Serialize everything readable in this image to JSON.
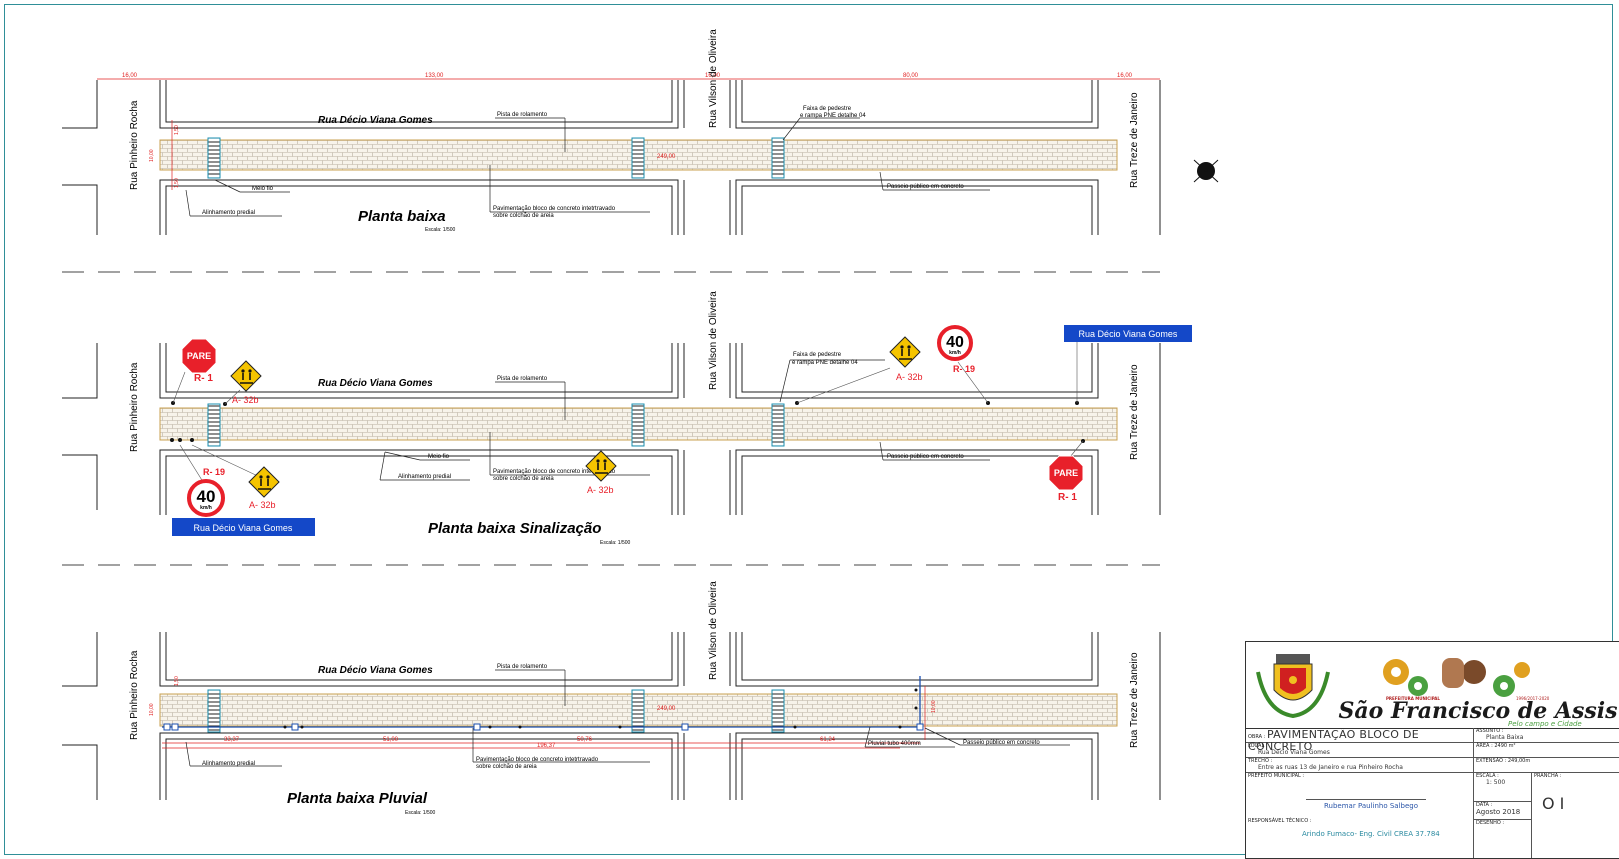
{
  "plan1": {
    "title": "Planta baixa",
    "scale": "Escala: 1/500",
    "street_main": "Rua Décio Viana Gomes",
    "cross_left": "Rua Pinheiro Rocha",
    "cross_mid": "Rua Vilson de Oliveira",
    "cross_right": "Rua Treze de Janeiro",
    "label_pista": "Pista de rolamento",
    "label_faixa_1": "Faixa de pedestre",
    "label_faixa_2": "e rampa PNE  detalhe 04",
    "label_meio_fio": "Meio fio",
    "label_alinhamento": "Alinhamento predial",
    "label_pav_1": "Pavimentação bloco de concreto intetrtravado",
    "label_pav_2": "sobre colchão de areia",
    "label_passeio": "Passeio público em concreto",
    "dim_a": "16,00",
    "dim_b": "133,00",
    "dim_c": "16,00",
    "dim_d": "80,00",
    "dim_e": "16,00",
    "dim_total": "249,00",
    "dim_width": "10,00",
    "dim_curb1": "1,50",
    "dim_curb2": "1,50"
  },
  "plan2": {
    "title": "Planta baixa Sinalização",
    "scale": "Escala: 1/500",
    "street_main": "Rua Décio Viana Gomes",
    "cross_left": "Rua Pinheiro Rocha",
    "cross_mid": "Rua Vilson de Oliveira",
    "cross_right": "Rua Treze de Janeiro",
    "label_pista": "Pista de rolamento",
    "label_faixa_1": "Faixa de pedestre",
    "label_faixa_2": "e rampa PNE  detalhe 04",
    "label_meio_fio": "Meio fio",
    "label_alinhamento": "Alinhamento predial",
    "label_pav_1": "Pavimentação bloco de concreto intetrtravado",
    "label_pav_2": "sobre colchão de areia",
    "label_passeio": "Passeio público em concreto",
    "street_sign_top": "Rua Décio Viana Gomes",
    "street_sign_bottom": "Rua Décio Viana Gomes",
    "stop_text": "PARE",
    "code_r1": "R- 1",
    "code_r19": "R- 19",
    "code_a32b": "A- 32b",
    "speed_value": "40",
    "speed_unit": "km/h"
  },
  "plan3": {
    "title": "Planta baixa Pluvial",
    "scale": "Escala: 1/500",
    "street_main": "Rua Décio Viana Gomes",
    "cross_left": "Rua Pinheiro Rocha",
    "cross_mid": "Rua Vilson de Oliveira",
    "cross_right": "Rua Treze de Janeiro",
    "label_pista": "Pista de rolamento",
    "label_alinhamento": "Alinhamento predial",
    "label_pav_1": "Pavimentação bloco de concreto intetrtravado",
    "label_pav_2": "sobre colchão de areia",
    "label_passeio": "Passeio público em concreto",
    "label_pluvial": "Pluvial tubo 400mm",
    "dim_total": "249,00",
    "dim_width": "10,00",
    "dim_curb": "1,50",
    "dim_1": "33,37",
    "dim_2": "51,00",
    "dim_3": "50,76",
    "dim_4": "61,24",
    "dim_5": "196,37",
    "dim_side": "10,00"
  },
  "title_block": {
    "brand": "São Francisco de Assis",
    "slogan": "Pelo campo e Cidade",
    "prefeitura": "PREFEITURA MUNICIPAL",
    "years": "1996/2017-2020",
    "obra_label": "OBRA :",
    "obra_value": "PAVIMENTAÇÃO BLOCO DE CONCRETO",
    "assunto_label": "ASSUNTO :",
    "assunto_value": "Planta Baixa",
    "local_label": "LOCAL :",
    "local_value": "Rua Décio Viana Gomes",
    "area_label": "ÁREA :",
    "area_value": "2490 m²",
    "trecho_label": "TRECHO :",
    "trecho_value": "Entre as ruas 13 de Janeiro e rua Pinheiro Rocha",
    "extensao_label": "EXTENSÃO :",
    "extensao_value": "249,00m",
    "prefeito_label": "PREFEITO MUNICIPAL :",
    "prefeito_value": "Rubemar Paulinho Salbego",
    "resp_label": "RESPONSÁVEL TÉCNICO :",
    "resp_value": "Arindo Fumaco- Eng. Civil CREA 37.784",
    "escala_label": "ESCALA :",
    "escala_value": "1: 500",
    "data_label": "DATA :",
    "data_value": "Agosto 2018",
    "desenho_label": "DESENHO :",
    "prancha_label": "PRANCHA :",
    "prancha_value": "O I"
  },
  "colors": {
    "frame": "#2f8f98",
    "dimension": "#e02020",
    "sign_red": "#e8202a",
    "sign_yellow": "#f5c400",
    "street_sign_blue": "#1448c8",
    "road_outline": "#c8a050"
  }
}
